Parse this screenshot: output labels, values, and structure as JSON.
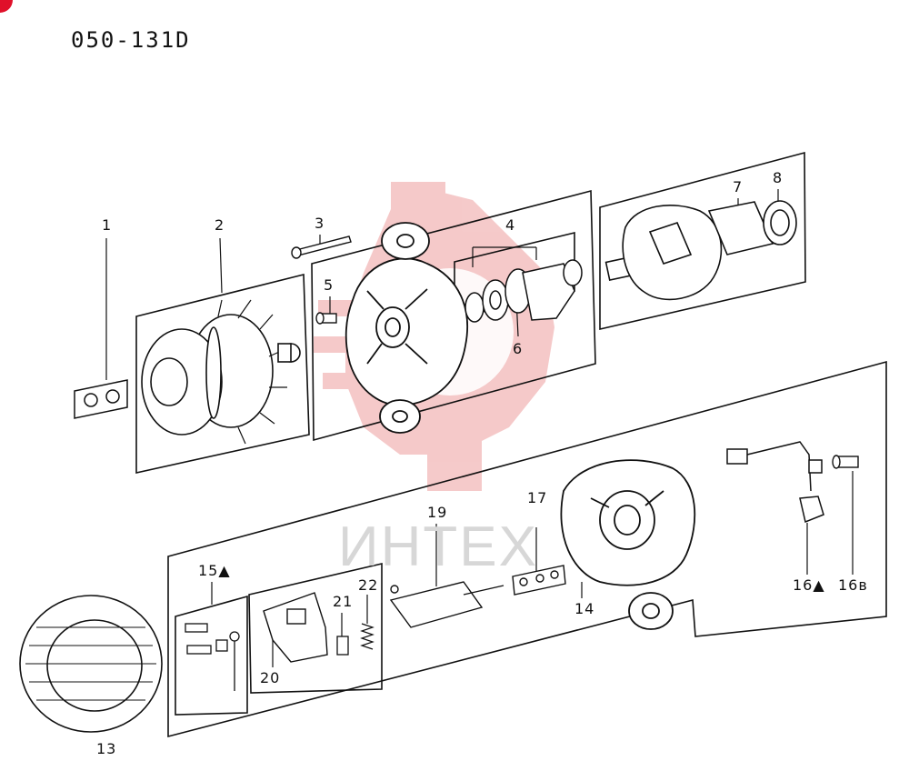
{
  "diagram": {
    "code": "050-131D",
    "watermark_text": "ИНТЕХ",
    "callouts": {
      "c1": "1",
      "c2": "2",
      "c3": "3",
      "c4": "4",
      "c5": "5",
      "c6": "6",
      "c7": "7",
      "c8": "8",
      "c13": "13",
      "c14": "14",
      "c15": "15▲",
      "c16a": "16▲",
      "c16b": "16в",
      "c17": "17",
      "c19": "19",
      "c20": "20",
      "c21": "21",
      "c22": "22"
    }
  },
  "colors": {
    "line": "#111111",
    "watermark": "#f2b8b8",
    "accent": "#e0102a"
  }
}
